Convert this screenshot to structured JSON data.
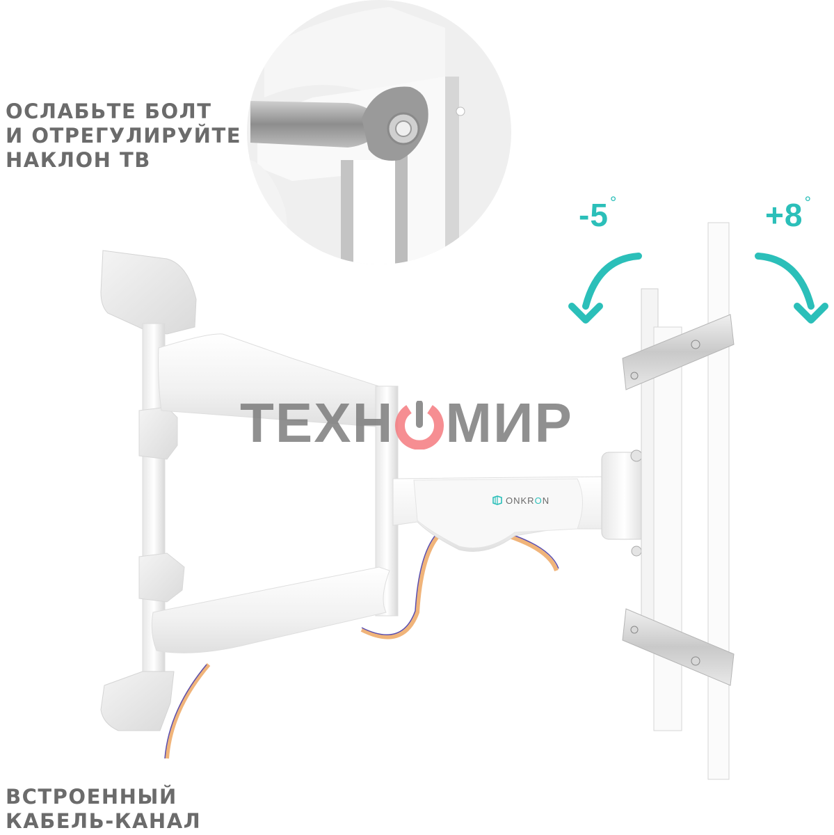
{
  "captions": {
    "top": {
      "lines": [
        "ОСЛАБЬТЕ БОЛТ",
        "И ОТРЕГУЛИРУЙТЕ",
        "НАКЛОН ТВ"
      ]
    },
    "bottom": {
      "lines": [
        "ВСТРОЕННЫЙ",
        "КАБЕЛЬ-КАНАЛ"
      ]
    }
  },
  "tilt": {
    "minus": {
      "value": "-5",
      "unit": "°"
    },
    "plus": {
      "value": "+8",
      "unit": "°"
    }
  },
  "watermark": {
    "left": "ТЕХН",
    "right": "МИР"
  },
  "brand_logo": {
    "prefix": "ONKR",
    "highlight": "O",
    "suffix": "N"
  },
  "colors": {
    "caption_text": "#6b6b6b",
    "accent_teal": "#2bbfb9",
    "watermark_gray": "#787878",
    "watermark_red": "#f47a7f",
    "cable_orange": "#f0b47a",
    "cable_purple": "#5a4fb0",
    "mount_white": "#f2f2f2"
  },
  "icons": {
    "tilt_down_left": "curved-arrow-counterclockwise-icon",
    "tilt_down_right": "curved-arrow-clockwise-icon",
    "power": "power-icon",
    "brand": "onkron-cube-icon"
  }
}
